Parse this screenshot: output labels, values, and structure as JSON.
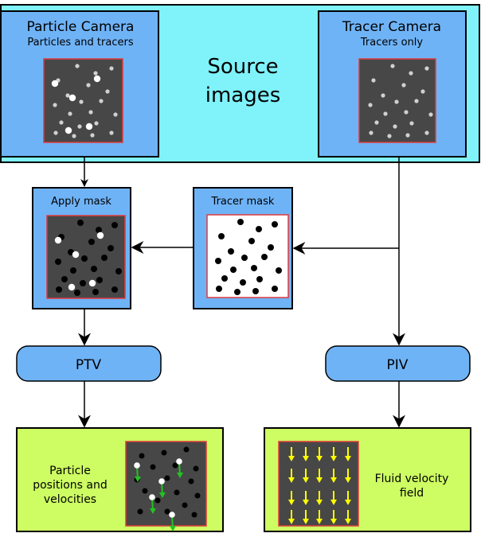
{
  "source_section": {
    "title": "Source images",
    "title_lines": [
      "Source",
      "images"
    ],
    "background": "#7ff2fa"
  },
  "particle_camera": {
    "title": "Particle Camera",
    "subtitle": "Particles and tracers"
  },
  "tracer_camera": {
    "title": "Tracer Camera",
    "subtitle": "Tracers only"
  },
  "apply_mask": {
    "label": "Apply mask"
  },
  "tracer_mask": {
    "label": "Tracer mask"
  },
  "ptv": {
    "label": "PTV"
  },
  "piv": {
    "label": "PIV"
  },
  "ptv_output": {
    "label": "Particle positions and velocities",
    "label_lines": [
      "Particle",
      "positions and",
      "velocities"
    ]
  },
  "piv_output": {
    "label": "Fluid velocity field",
    "label_lines": [
      "Fluid velocity",
      "field"
    ]
  },
  "colors": {
    "panel_blue": "#6fb3f7",
    "output_green": "#cdfc63",
    "image_dark": "#474747",
    "image_border": "#e03a3a",
    "tracer_dot": "#d0d0d0",
    "particle_dot": "#ffffff",
    "vector_yellow": "#ffff00",
    "vector_green": "#22c322"
  }
}
